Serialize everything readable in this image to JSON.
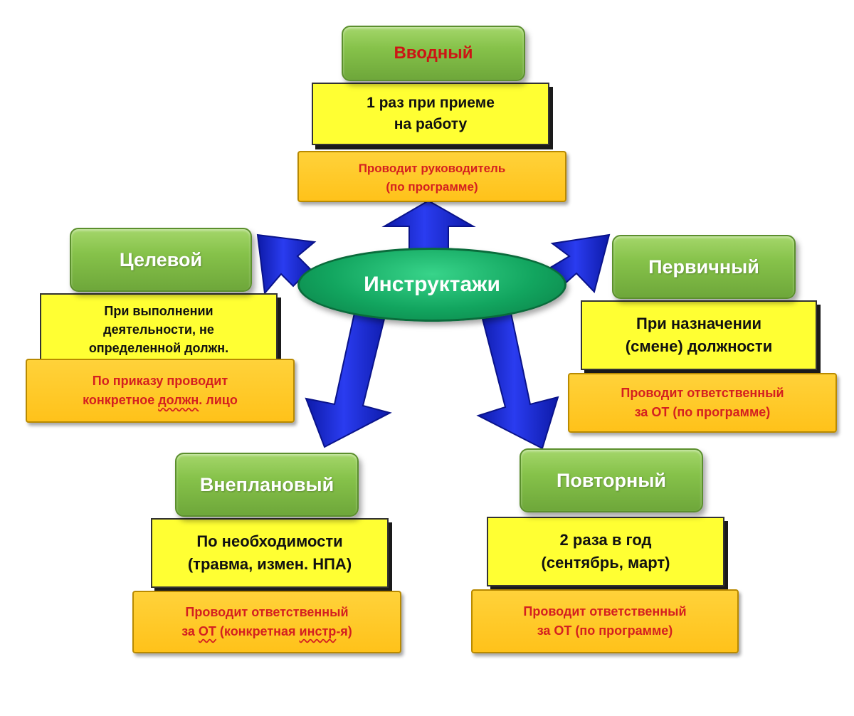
{
  "center": {
    "label": "Инструктажи"
  },
  "types": {
    "vvodny": {
      "title": "Вводный",
      "when_line1": "1 раз при приеме",
      "when_line2": "на работу",
      "who_line1": "Проводит руководитель",
      "who_line2": "(по программе)"
    },
    "tselevoy": {
      "title": "Целевой",
      "when_line1": "При выполнении",
      "when_line2": "деятельности, не",
      "when_line3": "определенной должн.",
      "who_line1": "По приказу проводит",
      "who_line2_a": "конкретное ",
      "who_line2_b": "должн",
      "who_line2_c": ". лицо"
    },
    "pervichny": {
      "title": "Первичный",
      "when_line1": "При назначении",
      "when_line2": "(смене) должности",
      "who_line1": "Проводит ответственный",
      "who_line2": "за ОТ  (по программе)"
    },
    "vneplanovy": {
      "title": "Внеплановый",
      "when_line1": "По необходимости",
      "when_line2": "(травма, измен. НПА)",
      "who_line1": "Проводит ответственный",
      "who_line2_a": "за ",
      "who_line2_b": "ОТ",
      "who_line2_c": "  (конкретная ",
      "who_line2_d": "инстр",
      "who_line2_e": "-я)"
    },
    "povtorny": {
      "title": "Повторный",
      "when_line1": "2 раза в год",
      "when_line2": "(сентябрь, март)",
      "who_line1": "Проводит ответственный",
      "who_line2": "за ОТ  (по программе)"
    }
  },
  "colors": {
    "arrow": "#1f2fd6",
    "title_box": "#86c24a",
    "note_box": "#ffff33",
    "conductor_box": "#ffc21a",
    "center_oval": "#12a55f",
    "accent_text": "#d42020"
  }
}
